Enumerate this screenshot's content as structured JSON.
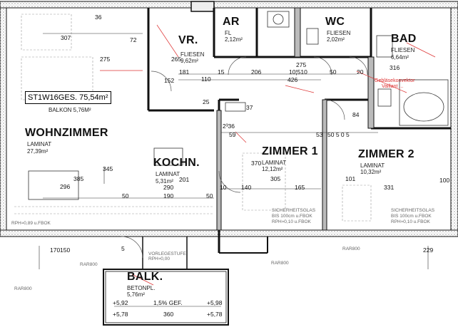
{
  "unit": {
    "code": "ST1W16",
    "total_area": "GES. 75,54m²",
    "balcony": "BALKON 5,76M²"
  },
  "rooms": {
    "wohnzimmer": {
      "name": "WOHNZIMMER",
      "floor": "LAMINAT",
      "area": "27,39m²"
    },
    "vr": {
      "name": "VR.",
      "floor": "FLIESEN",
      "area": "9,62m²"
    },
    "ar": {
      "name": "AR",
      "floor": "FL",
      "area": "2,12m²"
    },
    "wc": {
      "name": "WC",
      "floor": "FLIESEN",
      "area": "2,02m²"
    },
    "bad": {
      "name": "BAD",
      "floor": "FLIESEN",
      "area": "6,64m²"
    },
    "kochn": {
      "name": "KOCHN.",
      "floor": "LAMINAT",
      "area": "5,31m²"
    },
    "zimmer1": {
      "name": "ZIMMER 1",
      "floor": "LAMINAT",
      "area": "12,12m²"
    },
    "zimmer2": {
      "name": "ZIMMER 2",
      "floor": "LAMINAT",
      "area": "10,32m²"
    },
    "balk": {
      "name": "BALK.",
      "floor": "BETONPL.",
      "area": "5,76m²"
    }
  },
  "dimensions": {
    "d307": "307",
    "d36": "36",
    "d72": "72",
    "d275a": "275",
    "d265": "265",
    "d181": "181",
    "d15a": "15",
    "d206": "206",
    "d10510": "10¦510",
    "d275b": "275",
    "d50a": "50",
    "d20a": "20",
    "d426": "426",
    "d110": "110",
    "d152": "152",
    "d25": "25",
    "d37": "37",
    "d2336": "2³36",
    "d59": "59",
    "d345": "345",
    "d385": "385",
    "d296": "296",
    "d201": "201",
    "d290": "290",
    "d190": "190",
    "d50b": "50",
    "d50c": "50",
    "d10": "10",
    "d140": "140",
    "d165": "165",
    "d370": "370",
    "d305": "305",
    "d53": "53",
    "d50505": "50 5 0 5",
    "d101": "101",
    "d331": "331",
    "d84": "84",
    "d316": "316",
    "d100": "100",
    "d360": "360",
    "d170": "170",
    "d150": "150",
    "d229": "229",
    "d5": "5"
  },
  "balcony_levels": {
    "l1": "+5,92",
    "l2": "+5,98",
    "l3": "+5,78",
    "l4": "+5,78",
    "slope": "1,5% GEF."
  },
  "notes": {
    "rph": "RPH≈0,89 u.FBOK",
    "sicher1": "SICHERHEITSGLAS",
    "sicher1b": "BIS 100cm u.FBOK",
    "sicher1c": "RPH≈0,10 u.FBOK",
    "sicher2": "SICHERHEITSGLAS",
    "sicher2b": "BIS 100cm u.FBOK",
    "sicher2c": "RPH≈0,10 u.FBOK",
    "geblaese": "Gebläsekonvektor",
    "geblaese2": "Vaillant ...",
    "rar1": "RAR800",
    "rar2": "RAR800",
    "rar3": "RAR800",
    "rar4": "RAR800",
    "vorleg": "VORLEGESTUFE",
    "vorleg2": "RPH≈0,00"
  },
  "colors": {
    "wall": "#111111",
    "red": "#d33333",
    "gray": "#888888"
  }
}
